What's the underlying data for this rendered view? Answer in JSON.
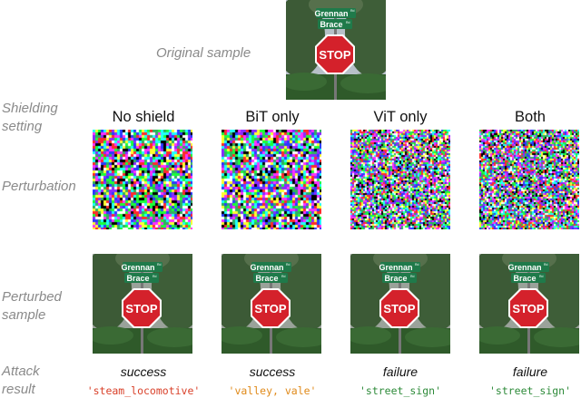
{
  "original_label": "Original sample",
  "row_labels": {
    "shielding": [
      "Shielding",
      "setting"
    ],
    "perturbation": "Perturbation",
    "perturbed": [
      "Perturbed",
      "sample"
    ],
    "attack": [
      "Attack",
      "result"
    ]
  },
  "sign": {
    "street1": "Grennan",
    "street1_suffix": "Rd",
    "street2": "Brace",
    "street2_suffix": "Rd",
    "stop": "STOP"
  },
  "columns": [
    {
      "title": "No shield",
      "outcome": "success",
      "prediction": "'steam_locomotive'",
      "pred_color": "#d9412a",
      "noise_scale": 3
    },
    {
      "title": "BiT only",
      "outcome": "success",
      "prediction": "'valley, vale'",
      "pred_color": "#e08a1a",
      "noise_scale": 3
    },
    {
      "title": "ViT only",
      "outcome": "failure",
      "prediction": "'street_sign'",
      "pred_color": "#2e8b3a",
      "noise_scale": 2
    },
    {
      "title": "Both",
      "outcome": "failure",
      "prediction": "'street_sign'",
      "pred_color": "#2e8b3a",
      "noise_scale": 2
    }
  ]
}
